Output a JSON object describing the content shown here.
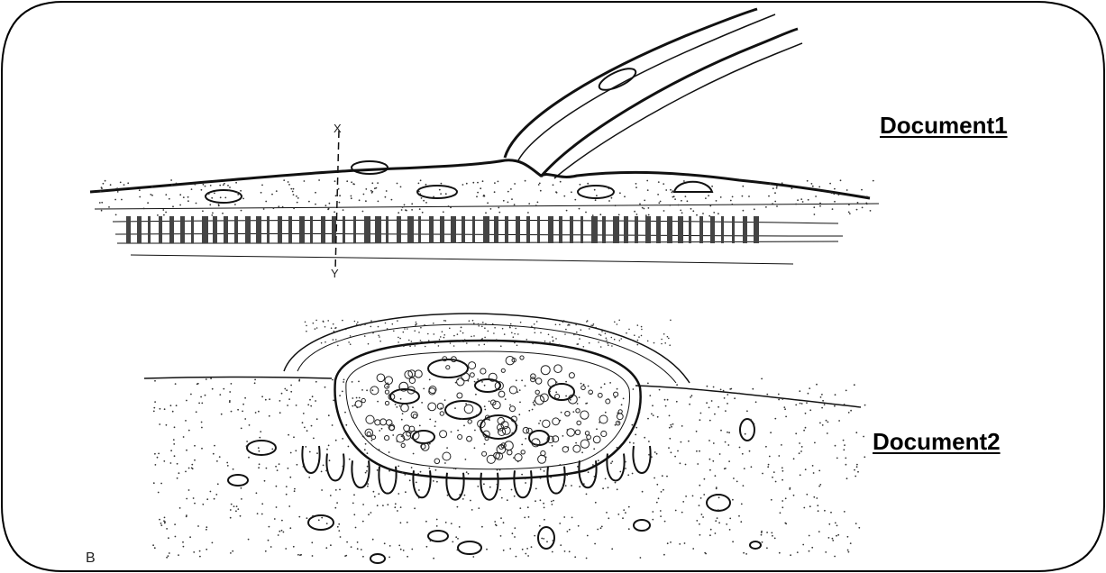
{
  "labels": {
    "document1": "Document1",
    "document2": "Document2",
    "axis_top": "X",
    "axis_bottom": "Y",
    "panel": "B"
  },
  "colors": {
    "ink": "#111111",
    "paper": "#ffffff",
    "frame": "#000000"
  }
}
